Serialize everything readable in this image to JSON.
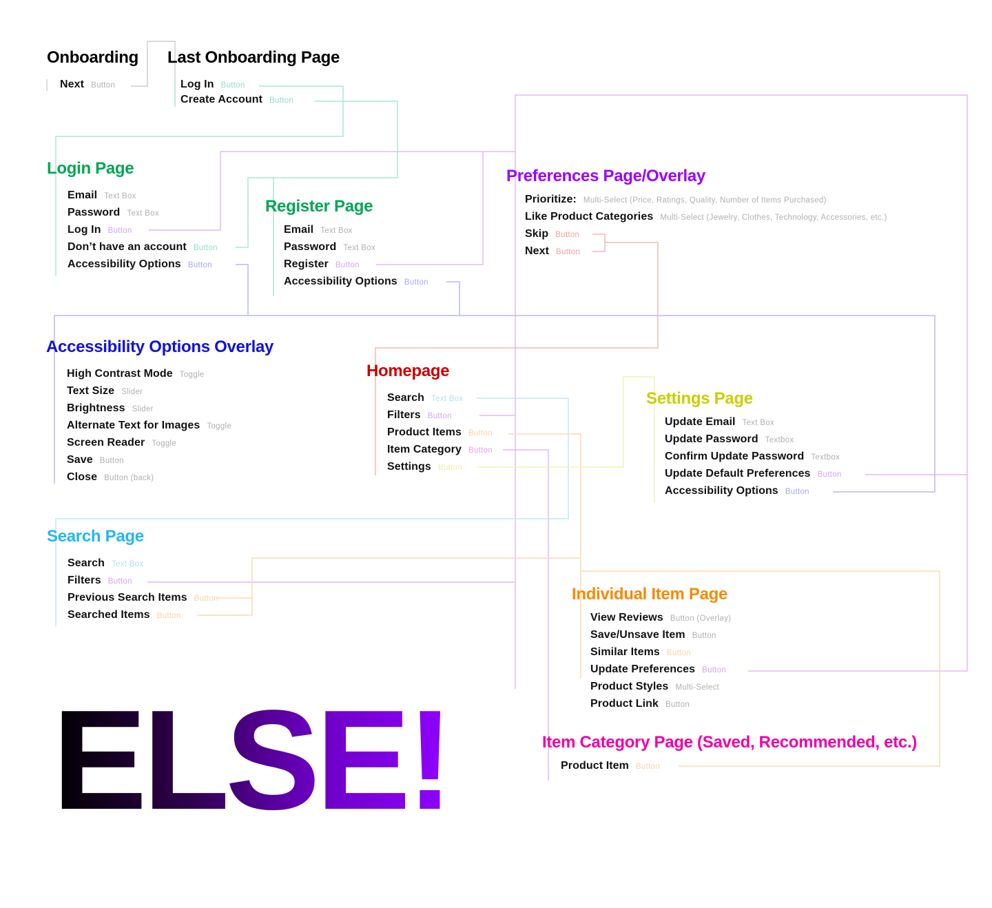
{
  "colors": {
    "black": "#000000",
    "green": "#00a651",
    "mint": "#8fe1c0",
    "purple": "#9b00ff",
    "light_purple": "#d6a3f2",
    "blue": "#1111dd",
    "light_blue": "#a8a8ee",
    "red": "#cc0000",
    "salmon": "#f0a0a0",
    "cyan": "#22b8ee",
    "light_cyan": "#a8e4f7",
    "yellow": "#c9cf00",
    "light_yellow": "#eef0a0",
    "orange": "#f58a00",
    "light_orange": "#f9d4a2",
    "magenta": "#ee00a8",
    "gray": "#b0b0b0"
  },
  "pages": {
    "onboarding": {
      "title": "Onboarding",
      "items": [
        {
          "label": "Next",
          "type": "Button"
        }
      ]
    },
    "last_onboarding": {
      "title": "Last Onboarding Page",
      "items": [
        {
          "label": "Log In",
          "type": "Button"
        },
        {
          "label": "Create Account",
          "type": "Button"
        }
      ]
    },
    "login": {
      "title": "Login Page",
      "items": [
        {
          "label": "Email",
          "type": "Text Box"
        },
        {
          "label": "Password",
          "type": "Text Box"
        },
        {
          "label": "Log In",
          "type": "Button"
        },
        {
          "label": "Don’t have an account",
          "type": "Button"
        },
        {
          "label": "Accessibility Options",
          "type": "Button"
        }
      ]
    },
    "register": {
      "title": "Register Page",
      "items": [
        {
          "label": "Email",
          "type": "Text Box"
        },
        {
          "label": "Password",
          "type": "Text Box"
        },
        {
          "label": "Register",
          "type": "Button"
        },
        {
          "label": "Accessibility Options",
          "type": "Button"
        }
      ]
    },
    "preferences": {
      "title": "Preferences Page/Overlay",
      "items": [
        {
          "label": "Prioritize:",
          "type": "Multi-Select (Price, Ratings, Quality, Number of Items Purchased)"
        },
        {
          "label": "Like Product Categories",
          "type": "Multi-Select (Jewelry, Clothes, Technology, Accessories, etc.)"
        },
        {
          "label": "Skip",
          "type": "Button"
        },
        {
          "label": "Next",
          "type": "Button"
        }
      ]
    },
    "accessibility": {
      "title": "Accessibility Options Overlay",
      "items": [
        {
          "label": "High Contrast Mode",
          "type": "Toggle"
        },
        {
          "label": "Text Size",
          "type": "Slider"
        },
        {
          "label": "Brightness",
          "type": "Slider"
        },
        {
          "label": "Alternate Text for Images",
          "type": "Toggle"
        },
        {
          "label": "Screen Reader",
          "type": "Toggle"
        },
        {
          "label": "Save",
          "type": "Button"
        },
        {
          "label": "Close",
          "type": "Button (back)"
        }
      ]
    },
    "homepage": {
      "title": "Homepage",
      "items": [
        {
          "label": "Search",
          "type": "Text Box"
        },
        {
          "label": "Filters",
          "type": "Button"
        },
        {
          "label": "Product Items",
          "type": "Button"
        },
        {
          "label": "Item Category",
          "type": "Button"
        },
        {
          "label": "Settings",
          "type": "Button"
        }
      ]
    },
    "settings": {
      "title": "Settings Page",
      "items": [
        {
          "label": "Update Email",
          "type": "Text Box"
        },
        {
          "label": "Update Password",
          "type": "Textbox"
        },
        {
          "label": "Confirm Update Password",
          "type": "Textbox"
        },
        {
          "label": "Update Default Preferences",
          "type": "Button"
        },
        {
          "label": "Accessibility Options",
          "type": "Button"
        }
      ]
    },
    "search": {
      "title": "Search Page",
      "items": [
        {
          "label": "Search",
          "type": "Text Box"
        },
        {
          "label": "Filters",
          "type": "Button"
        },
        {
          "label": "Previous Search Items",
          "type": "Button"
        },
        {
          "label": "Searched Items",
          "type": "Button"
        }
      ]
    },
    "individual_item": {
      "title": "Individual Item Page",
      "items": [
        {
          "label": "View Reviews",
          "type": "Button (Overlay)"
        },
        {
          "label": "Save/Unsave Item",
          "type": "Button"
        },
        {
          "label": "Similar Items",
          "type": "Button"
        },
        {
          "label": "Update Preferences",
          "type": "Button"
        },
        {
          "label": "Product Styles",
          "type": "Multi-Select"
        },
        {
          "label": "Product Link",
          "type": "Button"
        }
      ]
    },
    "item_category": {
      "title": "Item Category Page (Saved, Recommended, etc.)",
      "items": [
        {
          "label": "Product Item",
          "type": "Button"
        }
      ]
    }
  },
  "logo": {
    "text": "ELSE!"
  }
}
